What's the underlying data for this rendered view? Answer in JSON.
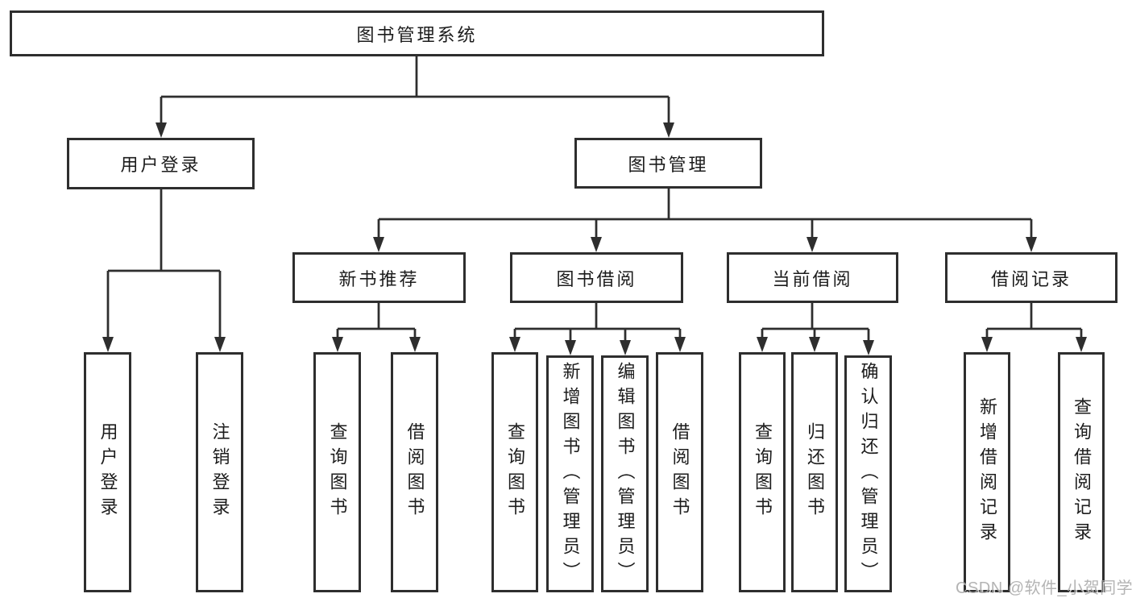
{
  "diagram": {
    "root": "图书管理系统",
    "level2": [
      "用户登录",
      "图书管理"
    ],
    "level3": [
      "新书推荐",
      "图书借阅",
      "当前借阅",
      "借阅记录"
    ],
    "leaves_user": [
      "用户登录",
      "注销登录"
    ],
    "leaves_newbook": [
      "查询图书",
      "借阅图书"
    ],
    "leaves_borrow": [
      "查询图书",
      "新增图书（管理员）",
      "编辑图书（管理员）",
      "借阅图书"
    ],
    "leaves_current": [
      "查询图书",
      "归还图书",
      "确认归还（管理员）"
    ],
    "leaves_records": [
      "新增借阅记录",
      "查询借阅记录"
    ]
  },
  "watermark": {
    "text": "CSDN @软件_小贺同学"
  },
  "colors": {
    "line": "#2e2e2e",
    "box_border": "#2e2e2e",
    "box_background": "#ffffff",
    "text": "#1c1c1c",
    "watermark": "#a7a7a7",
    "page_background": "#ffffff"
  }
}
